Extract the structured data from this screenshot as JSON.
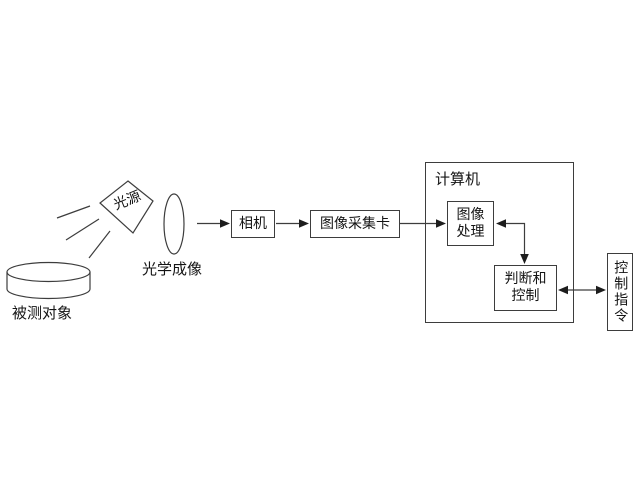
{
  "diagram": {
    "type": "flow-diagram",
    "background": "#ffffff",
    "line_color": "#3d3d3d",
    "text_color": "#141414",
    "nodes": {
      "measured_object": {
        "label": "被测对象",
        "shape": "cylinder"
      },
      "light_source": {
        "label": "光源",
        "shape": "rotated-rectangle-with-rays"
      },
      "optical_imaging": {
        "label": "光学成像",
        "shape": "lens-ellipse"
      },
      "camera": {
        "label": "相机",
        "shape": "rect"
      },
      "capture_card": {
        "label": "图像采集卡",
        "shape": "rect"
      },
      "computer": {
        "label": "计算机",
        "shape": "container-rect"
      },
      "image_processing": {
        "label": "图像\n处理",
        "shape": "rect"
      },
      "judge_control": {
        "label": "判断和\n控制",
        "shape": "rect"
      },
      "control_instruction": {
        "label": "控制指令",
        "shape": "rect-vertical-text"
      }
    },
    "edges": [
      {
        "from": "light_source",
        "to": "measured_object",
        "style": "three-illumination-rays",
        "direction": "none"
      },
      {
        "from": "optical_imaging",
        "to": "camera",
        "direction": "forward"
      },
      {
        "from": "camera",
        "to": "capture_card",
        "direction": "forward"
      },
      {
        "from": "capture_card",
        "to": "image_processing",
        "direction": "forward"
      },
      {
        "from": "judge_control",
        "to": "image_processing",
        "style": "elbow",
        "direction": "both-ends-arrowheads"
      },
      {
        "from": "judge_control",
        "to": "control_instruction",
        "direction": "bidirectional"
      }
    ]
  }
}
